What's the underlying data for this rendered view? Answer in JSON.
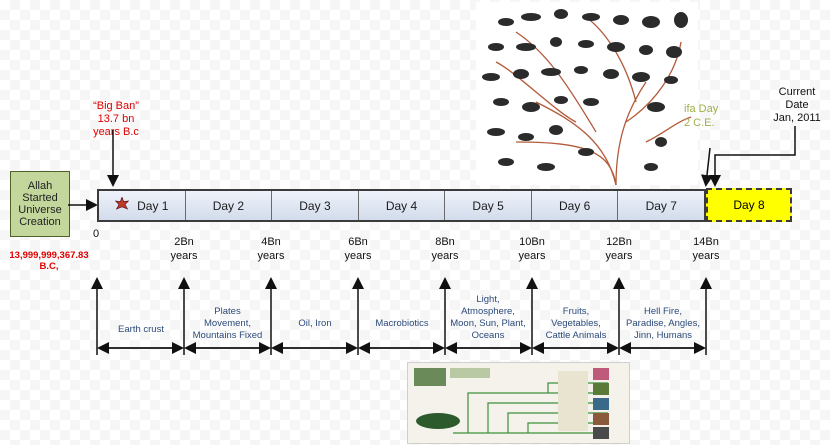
{
  "creation": {
    "text": "Allah Started Universe Creation",
    "date": "13,999,999,367.83 B.C,"
  },
  "big_bang": {
    "line1": "“Big Ban”",
    "line2": "13.7 bn",
    "line3": "years B.c"
  },
  "days": [
    "Day 1",
    "Day 2",
    "Day 3",
    "Day 4",
    "Day 5",
    "Day 6",
    "Day 7"
  ],
  "day8": "Day 8",
  "zero": "0",
  "ticks": [
    {
      "value": "2Bn",
      "unit": "years"
    },
    {
      "value": "4Bn",
      "unit": "years"
    },
    {
      "value": "6Bn",
      "unit": "years"
    },
    {
      "value": "8Bn",
      "unit": "years"
    },
    {
      "value": "10Bn",
      "unit": "years"
    },
    {
      "value": "12Bn",
      "unit": "years"
    },
    {
      "value": "14Bn",
      "unit": "years"
    }
  ],
  "labels": [
    "Earth crust",
    "Plates\nMovement,\nMountains Fixed",
    "Oil, Iron",
    "Macrobiotics",
    "Light,\nAtmosphere,\nMoon, Sun, Plant,\nOceans",
    "Fruits,\nVegetables,\nCattle Animals",
    "Hell Fire,\nParadise, Angles,\nJinn, Humans"
  ],
  "current": {
    "line1": "Current",
    "line2": "Date",
    "line3": "Jan, 2011"
  },
  "yaqfa": {
    "line1": "ifa Day",
    "line2": "2 C.E."
  },
  "colors": {
    "red": "#e00000",
    "yellow": "#ffff00",
    "green_box": "#c3d69b",
    "label_blue": "#2b4a7a"
  }
}
